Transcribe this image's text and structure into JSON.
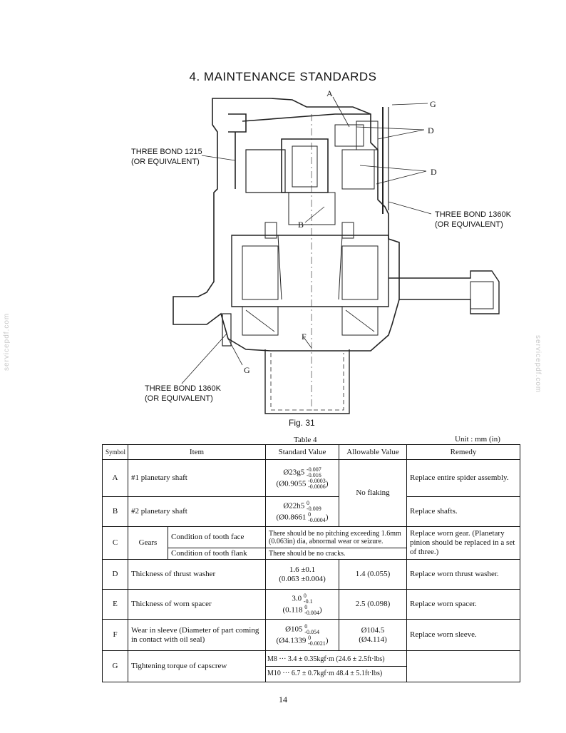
{
  "section_title": "4.  MAINTENANCE STANDARDS",
  "diagram": {
    "callouts": {
      "three_bond_1215": [
        "THREE BOND 1215",
        "(OR EQUIVALENT)"
      ],
      "three_bond_1360k_right": [
        "THREE BOND 1360K",
        "(OR EQUIVALENT)"
      ],
      "three_bond_1360k_left": [
        "THREE BOND 1360K",
        "(OR EQUIVALENT)"
      ]
    },
    "letters": {
      "A": "A",
      "B": "B",
      "D1": "D",
      "D2": "D",
      "F": "F",
      "G1": "G",
      "G2": "G"
    }
  },
  "figure_caption": "Fig. 31",
  "table_caption": "Table 4",
  "unit_label": "Unit : mm (in)",
  "table": {
    "headers": {
      "symbol": "Symbol",
      "item": "Item",
      "standard": "Standard Value",
      "allowable": "Allowable Value",
      "remedy": "Remedy"
    },
    "rows": {
      "A": {
        "symbol": "A",
        "item": "#1 planetary shaft",
        "std1": "Ø23g5",
        "std1_up": "-0.007",
        "std1_lo": "-0.016",
        "std2": "(Ø0.9055",
        "std2_up": "-0.0003",
        "std2_lo": "-0.0006",
        "std2_close": ")",
        "remedy": "Replace entire spider assembly."
      },
      "AB_allowable": "No flaking",
      "B": {
        "symbol": "B",
        "item": "#2 planetary shaft",
        "std1": "Ø22h5",
        "std1_up": "0",
        "std1_lo": "-0.009",
        "std2": "(Ø0.8661",
        "std2_up": "0",
        "std2_lo": "-0.0004",
        "std2_close": ")",
        "remedy": "Replace shafts."
      },
      "C": {
        "symbol": "C",
        "item": "Gears",
        "sub1": "Condition of tooth face",
        "sub1_value": "There should be no pitching exceeding 1.6mm (0.063in) dia, abnormal wear or seizure.",
        "sub2": "Condition of tooth flank",
        "sub2_value": "There should be no cracks.",
        "remedy": "Replace worn gear. (Planetary pinion should be replaced in a set of three.)"
      },
      "D": {
        "symbol": "D",
        "item": "Thickness of thrust washer",
        "std1": "1.6 ±0.1",
        "std2": "(0.063 ±0.004)",
        "allowable": "1.4 (0.055)",
        "remedy": "Replace worn thrust washer."
      },
      "E": {
        "symbol": "E",
        "item": "Thickness of worn spacer",
        "std1": "3.0",
        "std1_up": "0",
        "std1_lo": "-0.1",
        "std2": "(0.118",
        "std2_up": "0",
        "std2_lo": "-0.004",
        "std2_close": ")",
        "allowable": "2.5 (0.098)",
        "remedy": "Replace worn spacer."
      },
      "F": {
        "symbol": "F",
        "item": "Wear in sleeve (Diameter of part coming in contact with oil seal)",
        "std1": "Ø105",
        "std1_up": "0",
        "std1_lo": "-0.054",
        "std2": "(Ø4.1339",
        "std2_up": "0",
        "std2_lo": "-0.0021",
        "std2_close": ")",
        "allowable1": "Ø104.5",
        "allowable2": "(Ø4.114)",
        "remedy": "Replace worn sleeve."
      },
      "G": {
        "symbol": "G",
        "item": "Tightening torque of capscrew",
        "std1": "M8 ··· 3.4 ± 0.35kgf·m (24.6 ± 2.5ft·lbs)",
        "std2": "M10 ··· 6.7 ± 0.7kgf·m 48.4 ± 5.1ft·lbs)"
      }
    }
  },
  "page_number": "14",
  "watermark": "servicepdf.com"
}
